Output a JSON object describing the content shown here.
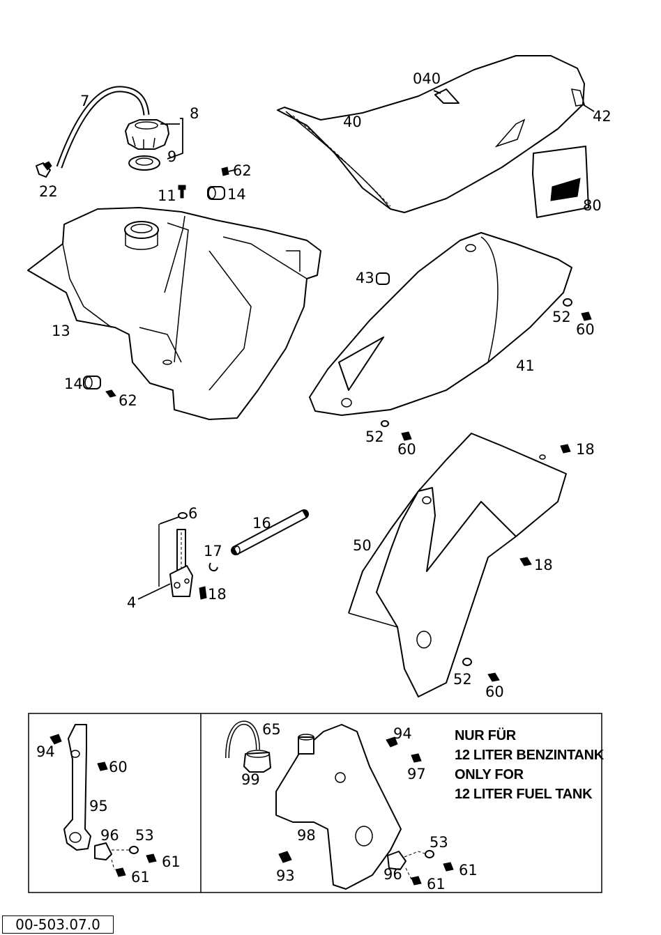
{
  "diagram": {
    "labels": {
      "p7": "7",
      "p8": "8",
      "p9": "9",
      "p22": "22",
      "p11": "11",
      "p62a": "62",
      "p14a": "14",
      "p13": "13",
      "p14b": "14",
      "p62b": "62",
      "p040": "040",
      "p40": "40",
      "p42": "42",
      "p80": "80",
      "p43": "43",
      "p41": "41",
      "p52a": "52",
      "p60a": "60",
      "p52b": "52",
      "p60b": "60",
      "p6": "6",
      "p16": "16",
      "p17": "17",
      "p4": "4",
      "p18a": "18",
      "p18b": "18",
      "p50": "50",
      "p18c": "18",
      "p52c": "52",
      "p60c": "60",
      "p94a": "94",
      "p60d": "60",
      "p95": "95",
      "p96a": "96",
      "p53a": "53",
      "p61a": "61",
      "p61b": "61",
      "p65": "65",
      "p99": "99",
      "p94b": "94",
      "p97": "97",
      "p98": "98",
      "p93": "93",
      "p53b": "53",
      "p96b": "96",
      "p61c": "61",
      "p61d": "61"
    },
    "note": {
      "line1": "NUR FÜR",
      "line2": "12 LITER BENZINTANK",
      "line3": "ONLY FOR",
      "line4": "12 LITER FUEL TANK"
    },
    "doc_code": "00-503.07.0"
  }
}
